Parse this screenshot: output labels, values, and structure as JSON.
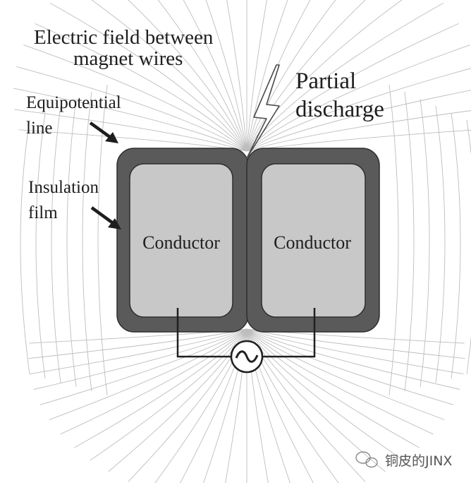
{
  "labels": {
    "title_line1": "Electric field between",
    "title_line2": "magnet wires",
    "partial_line1": "Partial",
    "partial_line2": "discharge",
    "equip_line1": "Equipotential",
    "equip_line2": "line",
    "insul_line1": "Insulation",
    "insul_line2": "film",
    "conductor_left": "Conductor",
    "conductor_right": "Conductor",
    "ac_symbol": "~",
    "watermark": "铜皮的JINX"
  },
  "icons": {
    "ac_source": "ac-source-icon",
    "lightning": "lightning-bolt-icon",
    "watermark": "wechat-logo-icon"
  },
  "colors": {
    "insulation": "#5a5a5a",
    "conductor": "#c8c8c8",
    "field_lines": "#bdbdbd",
    "wire": "#202020",
    "text": "#1e1e1e"
  }
}
